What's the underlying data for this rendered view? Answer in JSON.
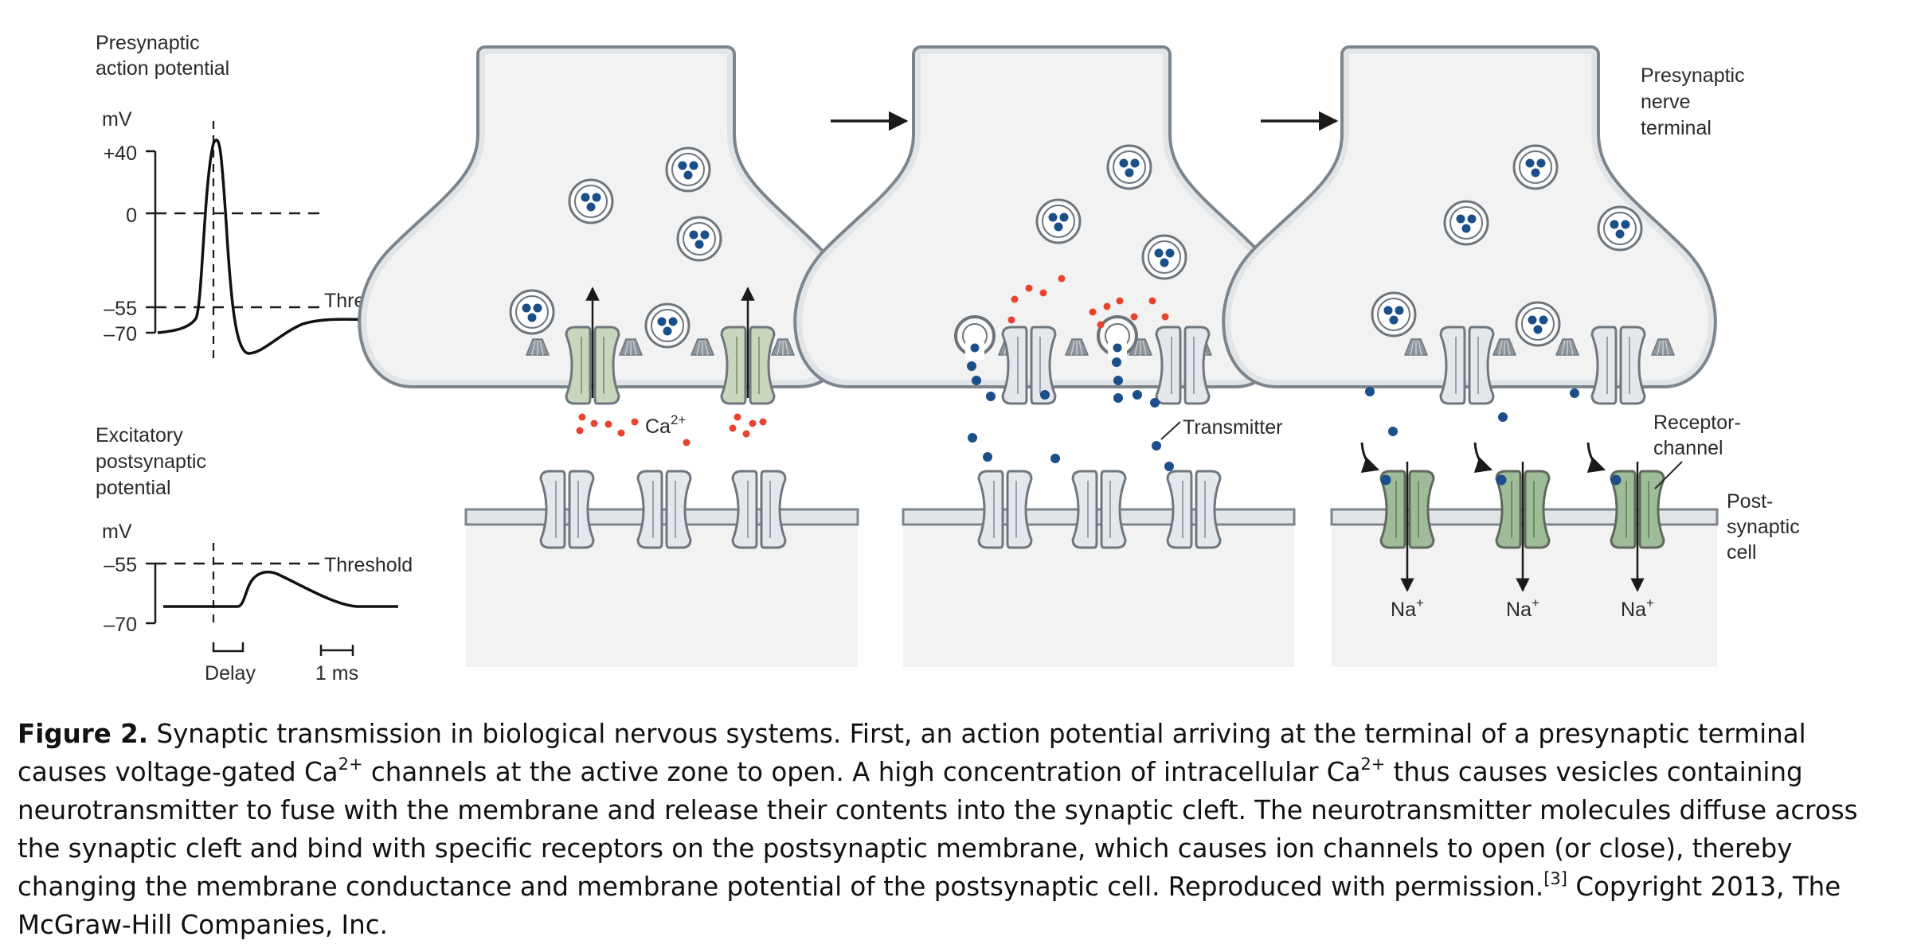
{
  "ap_panel": {
    "title_line1": "Presynaptic",
    "title_line2": "action potential",
    "unit": "mV",
    "ticks": [
      "+40",
      "0",
      "–55",
      "–70"
    ],
    "threshold": "Threshold"
  },
  "epsp_panel": {
    "title_line1": "Excitatory",
    "title_line2": "postsynaptic",
    "title_line3": "potential",
    "unit": "mV",
    "ticks": [
      "–55",
      "–70"
    ],
    "threshold": "Threshold",
    "delay": "Delay",
    "scale": "1 ms"
  },
  "labels": {
    "ca": "Ca",
    "ca_sup": "2+",
    "transmitter": "Transmitter",
    "presyn_1": "Presynaptic",
    "presyn_2": "nerve",
    "presyn_3": "terminal",
    "receptor_1": "Receptor-",
    "receptor_2": "channel",
    "postsyn_1": "Post-",
    "postsyn_2": "synaptic",
    "postsyn_3": "cell",
    "na": "Na",
    "na_sup": "+"
  },
  "colors": {
    "vesicle_dot": "#1b4f8a",
    "calcium": "#e8432e",
    "open_channel": "#c8d6bc",
    "closed_channel": "#e4e8ec",
    "cell_fill": "#f2f2f2",
    "membrane": "#7d858c"
  },
  "caption": {
    "label": "Figure 2.",
    "seg1": "Synaptic transmission in biological nervous systems. First, an action potential arriving at the terminal of a presynaptic terminal causes voltage-gated Ca",
    "sup1": "2+",
    "seg2": " channels at the active zone to open. A high concentration of intracellular Ca",
    "sup2": "2+",
    "seg3": " thus causes vesicles containing neurotransmitter to fuse with the membrane and release their contents into the synaptic cleft. The neurotransmitter molecules diffuse across the synaptic cleft and bind with specific receptors on the postsynaptic membrane, which causes ion channels to open (or close), thereby changing the membrane conductance and membrane potential of the postsynaptic cell. Reproduced with permission.",
    "sup3": "[3]",
    "seg4": " Copyright 2013, The McGraw-Hill Companies, Inc."
  }
}
